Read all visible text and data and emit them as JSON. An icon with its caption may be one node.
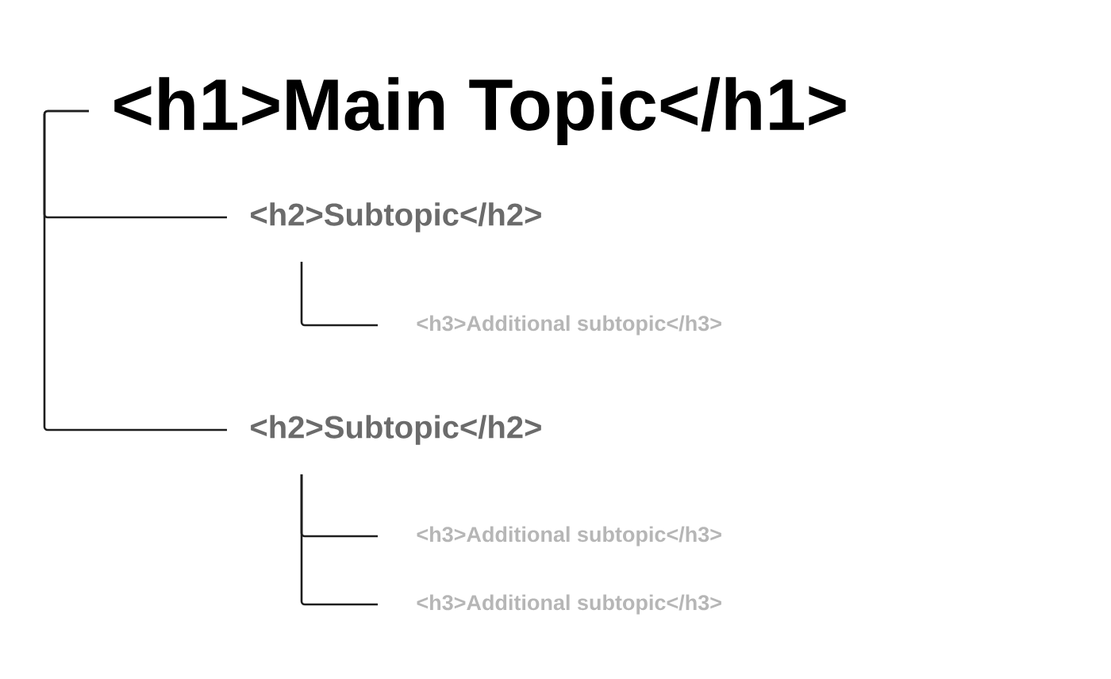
{
  "diagram": {
    "nodes": [
      {
        "text": [
          "<h1>Main Topic</h1>"
        ]
      },
      {
        "text": [
          "<h2>Subtopic</h2>"
        ]
      },
      {
        "text": [
          "<h3>Additional subtopic</h3>"
        ]
      },
      {
        "text": [
          "<h2>Subtopic</h2>"
        ]
      },
      {
        "text": [
          "<h3>Additional subtopic</h3>"
        ]
      },
      {
        "text": [
          "<h3>Additional subtopic</h3>"
        ]
      }
    ],
    "edges": [
      {
        "from": 0,
        "to": 1,
        "arrow": "none"
      },
      {
        "from": 0,
        "to": 3,
        "arrow": "none"
      },
      {
        "from": 1,
        "to": 2,
        "arrow": "none"
      },
      {
        "from": 3,
        "to": 4,
        "arrow": "none"
      },
      {
        "from": 3,
        "to": 5,
        "arrow": "none"
      }
    ]
  }
}
